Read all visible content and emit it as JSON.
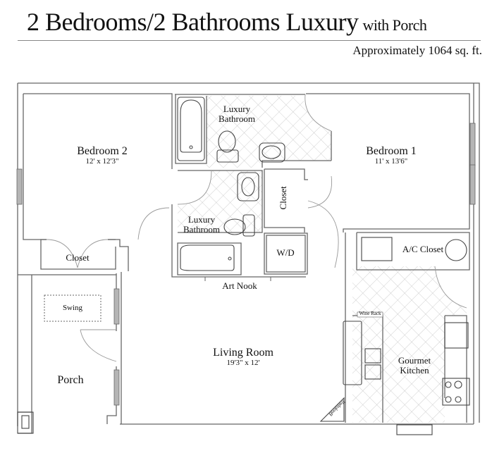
{
  "header": {
    "title": "2 Bedrooms/2 Bathrooms Luxury",
    "title_suffix": "with Porch",
    "area": "Approximately 1064 sq. ft."
  },
  "rooms": {
    "bedroom2": {
      "name": "Bedroom 2",
      "dimensions": "12' x 12'3\""
    },
    "bedroom1": {
      "name": "Bedroom 1",
      "dimensions": "11' x 13'6\""
    },
    "living_room": {
      "name": "Living Room",
      "dimensions": "19'3\" x 12'"
    },
    "bath_top": {
      "line1": "Luxury",
      "line2": "Bathroom"
    },
    "bath_mid": {
      "line1": "Luxury",
      "line2": "Bathroom"
    },
    "kitchen": {
      "line1": "Gourmet",
      "line2": "Kitchen"
    },
    "closet_bed2": "Closet",
    "closet_center": "Closet",
    "wd": "W/D",
    "ac_closet": "A/C Closet",
    "art_nook": "Art Nook",
    "porch": "Porch",
    "swing": "Swing",
    "wine_rack": "Wine Rack",
    "bookshelf": "Bookshelf"
  },
  "colors": {
    "wall": "#555555",
    "tile": "#bdbdbd",
    "window": "#a8a8a8"
  }
}
